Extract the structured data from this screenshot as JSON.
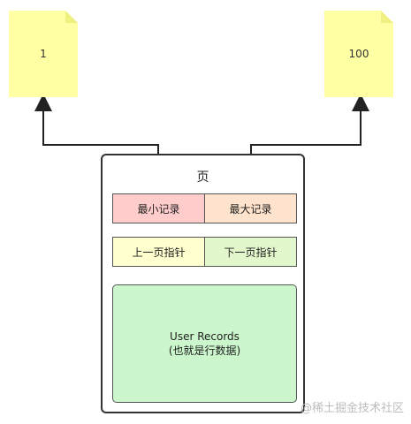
{
  "documents": [
    {
      "label": "1"
    },
    {
      "label": "100"
    }
  ],
  "page": {
    "title": "页",
    "min_record": "最小记录",
    "max_record": "最大记录",
    "prev_pointer": "上一页指针",
    "next_pointer": "下一页指针",
    "records_line1": "User Records",
    "records_line2": "(也就是行数据)"
  },
  "watermark": "@稀土掘金技术社区",
  "colors": {
    "document_fill": "#ffffa3",
    "min_record_fill": "#ffcccc",
    "max_record_fill": "#ffe3cc",
    "prev_pointer_fill": "#ffffd0",
    "next_pointer_fill": "#e3f7cc",
    "records_fill": "#ccf7cc"
  }
}
